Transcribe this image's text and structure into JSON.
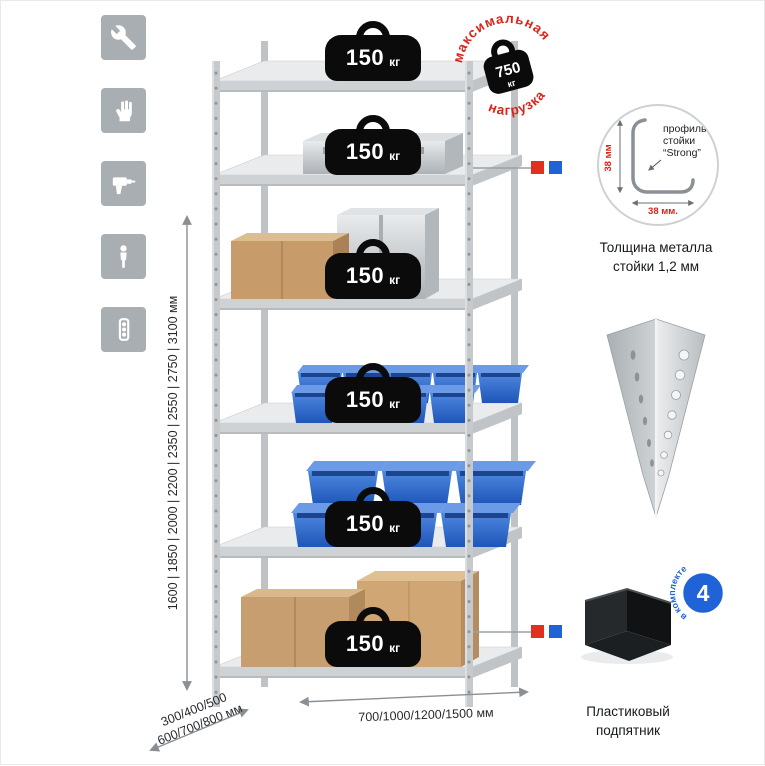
{
  "colors": {
    "accent_red": "#d8261b",
    "accent_blue": "#1f63d6",
    "icon_grey": "#a9aeb2",
    "metal_grey": "#c6cacd"
  },
  "side_icons": [
    "wrench",
    "gloves",
    "drill",
    "person",
    "power-strip"
  ],
  "rack": {
    "shelf_count": 6,
    "shelf_load_value": "150",
    "shelf_load_unit": "кг"
  },
  "max_load_stamp": {
    "arc_top": "максимальная",
    "arc_bottom": "нагрузка",
    "value": "750",
    "unit": "кг"
  },
  "dimensions": {
    "height_options": "1600 | 1850 | 2000 | 2200 | 2350 | 2550 | 2750 | 3100 мм",
    "depth_options_line1": "300/400/500",
    "depth_options_line2": "600/700/800 мм",
    "width_options": "700/1000/1200/1500 мм"
  },
  "profile_detail": {
    "label_line1": "профиль",
    "label_line2": "стойки",
    "label_line3": "“Strong”",
    "vertical_dim": "38 мм",
    "horizontal_dim": "38 мм.",
    "caption_line1": "Толщина металла",
    "caption_line2": "стойки 1,2 мм"
  },
  "foot_detail": {
    "badge_count": "4",
    "badge_text": "в комплекте",
    "caption_line1": "Пластиковый",
    "caption_line2": "подпятник"
  }
}
